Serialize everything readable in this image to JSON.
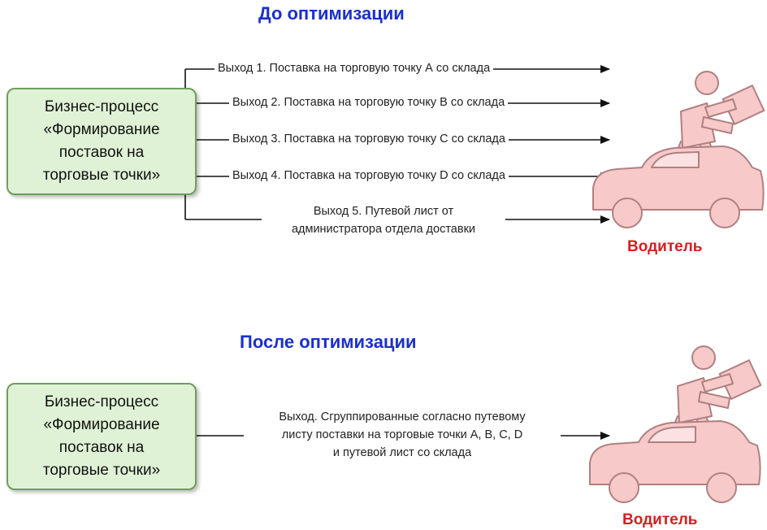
{
  "before": {
    "title": "До оптимизации",
    "process_lines": [
      "Бизнес-процесс",
      "«Формирование",
      "поставок на",
      "торговые точки»"
    ],
    "outputs": [
      "Выход 1. Поставка на торговую точку А со склада",
      "Выход 2. Поставка на торговую точку В со склада",
      "Выход 3. Поставка на торговую точку С со склада",
      "Выход 4. Поставка на торговую точку D со склада"
    ],
    "output5_lines": [
      "Выход 5. Путевой лист от",
      "администратора отдела доставки"
    ],
    "driver_label": "Водитель"
  },
  "after": {
    "title": "После оптимизации",
    "process_lines": [
      "Бизнес-процесс",
      "«Формирование",
      "поставок на",
      "торговые точки»"
    ],
    "output_lines": [
      "Выход. Сгруппированные согласно путевому",
      "листу поставки на торговые точки А, В, С, D",
      "и путевой лист со склада"
    ],
    "driver_label": "Водитель"
  },
  "colors": {
    "title": "#1a2fd0",
    "driver_label": "#d42020",
    "process_fill": "#dff2d6",
    "process_border": "#6e9e5c",
    "driver_fill": "#f7c9c9",
    "driver_stroke": "#b08080"
  },
  "icons": [
    "driver-with-car-icon"
  ]
}
